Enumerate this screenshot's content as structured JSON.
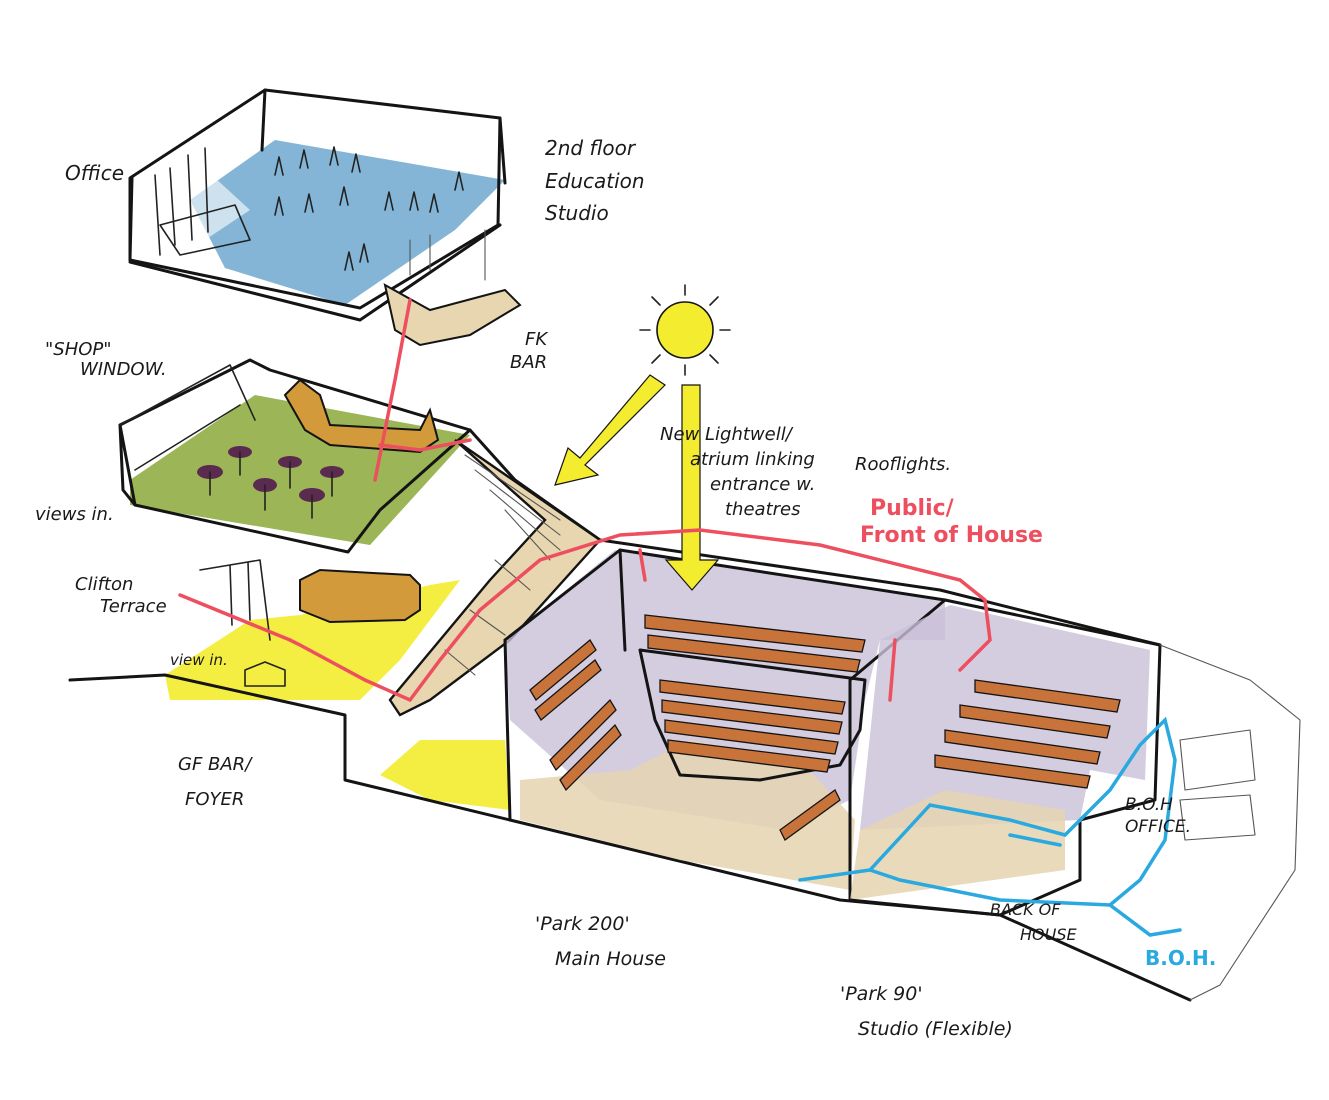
{
  "labels": {
    "office": "Office",
    "education_studio": [
      "2nd floor",
      "Education",
      "Studio"
    ],
    "shop_window": [
      "\"SHOP\"",
      "WINDOW."
    ],
    "fk_bar": [
      "FK",
      "BAR"
    ],
    "lightwell": [
      "New Lightwell/",
      "atrium linking",
      "entrance w.",
      "theatres"
    ],
    "rooflights": "Rooflights.",
    "public_front_of_house": [
      "Public/",
      "Front of House"
    ],
    "views_in": "views in.",
    "clifton_terrace": [
      "Clifton",
      "Terrace"
    ],
    "view_in": "view in.",
    "gf_bar_foyer": [
      "GF BAR/",
      "FOYER"
    ],
    "park_200": [
      "'Park 200'",
      "Main House"
    ],
    "park_90": [
      "'Park 90'",
      "Studio (Flexible)"
    ],
    "both_office": [
      "B.O.H",
      "OFFICE."
    ],
    "back_of_house": [
      "BACK OF",
      "HOUSE"
    ],
    "boh": "B.O.H."
  },
  "colors": {
    "ink": "#141414",
    "education_floor": "#6fa8cf",
    "bar_floor": "#8aa83a",
    "foyer_floor": "#f4ec2e",
    "lightwell_arrow": "#f4ec2e",
    "stairs": "#e8d6b0",
    "auditorium_wall": "#c9c0d8",
    "seat_rows": "#c8733a",
    "stage_floor": "#e5d3b0",
    "public_route": "#ee4f5f",
    "back_of_house_route": "#29a9e0",
    "bar_counter": "#d39a3c",
    "furniture": "#5a2a4f"
  }
}
